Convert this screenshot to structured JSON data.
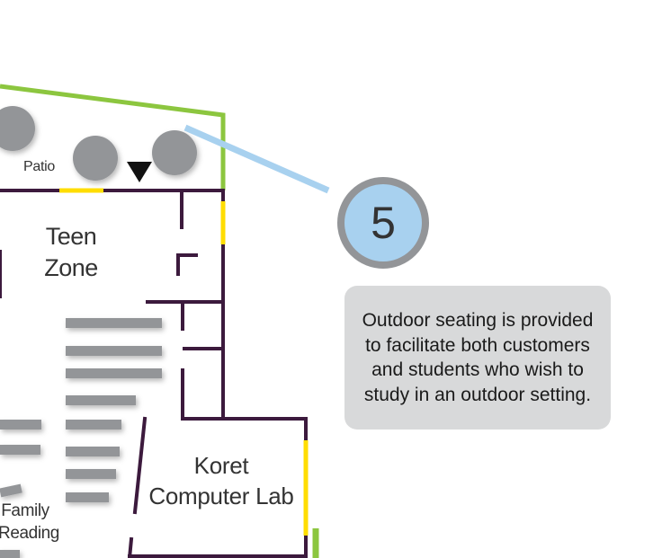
{
  "colors": {
    "wall": "#3c1a3d",
    "window_yellow": "#ffdd00",
    "exterior_green": "#8cc63f",
    "shelf_gray": "#939598",
    "callout_line": "#a8d1ef",
    "badge_fill": "#a8d1ef",
    "badge_ring": "#939598",
    "callout_bg": "#d8d9da"
  },
  "map": {
    "rooms": {
      "patio": "Patio",
      "teen_zone": [
        "Teen",
        "Zone"
      ],
      "computer_lab": [
        "Koret",
        "Computer Lab"
      ],
      "family_reading": [
        "Family",
        "Reading"
      ]
    },
    "icons": [
      "table-icon",
      "entrance-marker-icon"
    ]
  },
  "callout": {
    "number": "5",
    "text": "Outdoor seating is provided to facilitate both customers and students who wish to study in an outdoor setting."
  }
}
